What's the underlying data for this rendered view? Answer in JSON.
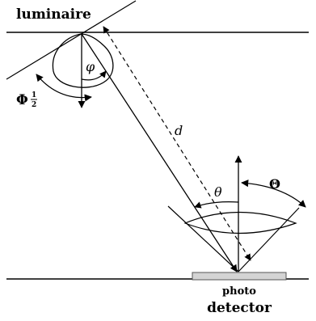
{
  "labels": {
    "luminaire": "luminaire",
    "phi_half_symbol": "Φ",
    "phi_half_numerator": "1",
    "phi_half_denominator": "2",
    "phi": "φ",
    "distance": "d",
    "theta": "θ",
    "fov": "Θ",
    "detector_line1": "photo",
    "detector_line2": "detector"
  },
  "colors": {
    "ink": "#000000",
    "detector_fill": "#d4d4d4",
    "detector_stroke": "#555555"
  }
}
